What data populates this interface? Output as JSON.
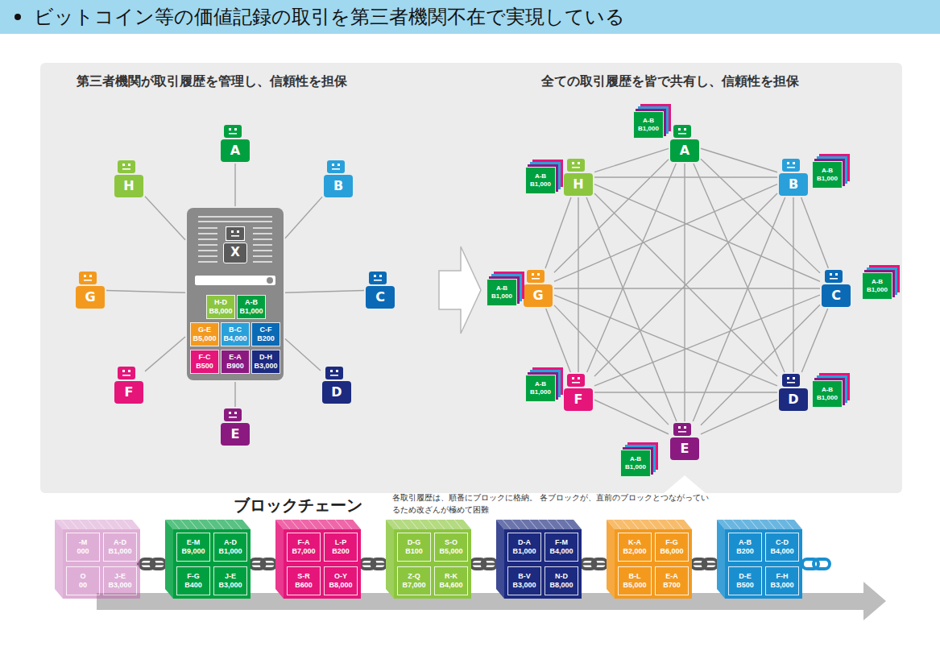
{
  "diagram": {
    "title": "ビットコイン等の価値記録の取引を第三者機関不在で実現している",
    "caption": "各取引履歴は、順番にブロックに格納。 各ブロックが、直前のブロックとつながっているため改ざんが極めて困難",
    "nodes": [
      {
        "text": [
          "A"
        ]
      },
      {
        "text": [
          "B"
        ]
      },
      {
        "text": [
          "C"
        ]
      },
      {
        "text": [
          "D"
        ]
      },
      {
        "text": [
          "E"
        ]
      },
      {
        "text": [
          "F"
        ]
      },
      {
        "text": [
          "G"
        ]
      },
      {
        "text": [
          "H"
        ]
      },
      {
        "text": [
          "X"
        ]
      },
      {
        "text": [
          "H-D",
          "B8,000"
        ],
        "in": 8
      },
      {
        "text": [
          "A-B",
          "B1,000"
        ],
        "in": 8
      },
      {
        "text": [
          "G-E",
          "B5,000"
        ],
        "in": 8
      },
      {
        "text": [
          "B-C",
          "B4,000"
        ],
        "in": 8
      },
      {
        "text": [
          "C-F",
          "B200"
        ],
        "in": 8
      },
      {
        "text": [
          "F-C",
          "B500"
        ],
        "in": 8
      },
      {
        "text": [
          "E-A",
          "B900"
        ],
        "in": 8
      },
      {
        "text": [
          "D-H",
          "B3,000"
        ],
        "in": 8
      },
      {
        "text": [
          "A"
        ]
      },
      {
        "text": [
          "B"
        ]
      },
      {
        "text": [
          "C"
        ]
      },
      {
        "text": [
          "D"
        ]
      },
      {
        "text": [
          "E"
        ]
      },
      {
        "text": [
          "F"
        ]
      },
      {
        "text": [
          "G"
        ]
      },
      {
        "text": [
          "H"
        ]
      },
      {
        "text": [
          "A-B",
          "B1,000"
        ]
      },
      {
        "text": [
          "A-B",
          "B1,000"
        ]
      },
      {
        "text": [
          "A-B",
          "B1,000"
        ]
      },
      {
        "text": [
          "A-B",
          "B1,000"
        ]
      },
      {
        "text": [
          "A-B",
          "B1,000"
        ]
      },
      {
        "text": [
          "A-B",
          "B1,000"
        ]
      },
      {
        "text": [
          "A-B",
          "B1,000"
        ]
      },
      {
        "text": [
          "A-B",
          "B1,000"
        ]
      },
      {
        "text": []
      },
      {
        "text": [
          "-M",
          "000"
        ],
        "in": 33
      },
      {
        "text": [
          "A-D",
          "B1,000"
        ],
        "in": 33
      },
      {
        "text": [
          "O",
          "00"
        ],
        "in": 33
      },
      {
        "text": [
          "J-E",
          "B3,000"
        ],
        "in": 33
      },
      {
        "text": []
      },
      {
        "text": [
          "E-M",
          "B9,000"
        ],
        "in": 38
      },
      {
        "text": [
          "A-D",
          "B1,000"
        ],
        "in": 38
      },
      {
        "text": [
          "F-G",
          "B400"
        ],
        "in": 38
      },
      {
        "text": [
          "J-E",
          "B3,000"
        ],
        "in": 38
      },
      {
        "text": []
      },
      {
        "text": [
          "F-A",
          "B7,000"
        ],
        "in": 43
      },
      {
        "text": [
          "L-P",
          "B200"
        ],
        "in": 43
      },
      {
        "text": [
          "S-R",
          "B600"
        ],
        "in": 43
      },
      {
        "text": [
          "O-Y",
          "B8,000"
        ],
        "in": 43
      },
      {
        "text": []
      },
      {
        "text": [
          "D-G",
          "B100"
        ],
        "in": 48
      },
      {
        "text": [
          "S-O",
          "B5,000"
        ],
        "in": 48
      },
      {
        "text": [
          "Z-Q",
          "B7,000"
        ],
        "in": 48
      },
      {
        "text": [
          "R-K",
          "B4,600"
        ],
        "in": 48
      },
      {
        "text": []
      },
      {
        "text": [
          "D-A",
          "B1,000"
        ],
        "in": 53
      },
      {
        "text": [
          "F-M",
          "B4,000"
        ],
        "in": 53
      },
      {
        "text": [
          "B-V",
          "B3,000"
        ],
        "in": 53
      },
      {
        "text": [
          "N-D",
          "B8,000"
        ],
        "in": 53
      },
      {
        "text": []
      },
      {
        "text": [
          "K-A",
          "B2,000"
        ],
        "in": 58
      },
      {
        "text": [
          "F-G",
          "B6,000"
        ],
        "in": 58
      },
      {
        "text": [
          "B-L",
          "B5,000"
        ],
        "in": 58
      },
      {
        "text": [
          "E-A",
          "B700"
        ],
        "in": 58
      },
      {
        "text": []
      },
      {
        "text": [
          "A-B",
          "B200"
        ],
        "in": 63
      },
      {
        "text": [
          "C-D",
          "B4,000"
        ],
        "in": 63
      },
      {
        "text": [
          "D-E",
          "B500"
        ],
        "in": 63
      },
      {
        "text": [
          "F-H",
          "B3,000"
        ],
        "in": 63
      }
    ],
    "edges": [
      {
        "from": 0,
        "to": 8,
        "arrow": "none"
      },
      {
        "from": 1,
        "to": 8,
        "arrow": "none"
      },
      {
        "from": 2,
        "to": 8,
        "arrow": "none"
      },
      {
        "from": 3,
        "to": 8,
        "arrow": "none"
      },
      {
        "from": 4,
        "to": 8,
        "arrow": "none"
      },
      {
        "from": 5,
        "to": 8,
        "arrow": "none"
      },
      {
        "from": 6,
        "to": 8,
        "arrow": "none"
      },
      {
        "from": 7,
        "to": 8,
        "arrow": "none"
      },
      {
        "from": 17,
        "to": 18,
        "arrow": "none"
      },
      {
        "from": 17,
        "to": 19,
        "arrow": "none"
      },
      {
        "from": 17,
        "to": 20,
        "arrow": "none"
      },
      {
        "from": 17,
        "to": 21,
        "arrow": "none"
      },
      {
        "from": 17,
        "to": 22,
        "arrow": "none"
      },
      {
        "from": 17,
        "to": 23,
        "arrow": "none"
      },
      {
        "from": 17,
        "to": 24,
        "arrow": "none"
      },
      {
        "from": 18,
        "to": 19,
        "arrow": "none"
      },
      {
        "from": 18,
        "to": 20,
        "arrow": "none"
      },
      {
        "from": 18,
        "to": 21,
        "arrow": "none"
      },
      {
        "from": 18,
        "to": 22,
        "arrow": "none"
      },
      {
        "from": 18,
        "to": 23,
        "arrow": "none"
      },
      {
        "from": 18,
        "to": 24,
        "arrow": "none"
      },
      {
        "from": 19,
        "to": 20,
        "arrow": "none"
      },
      {
        "from": 19,
        "to": 21,
        "arrow": "none"
      },
      {
        "from": 19,
        "to": 22,
        "arrow": "none"
      },
      {
        "from": 19,
        "to": 23,
        "arrow": "none"
      },
      {
        "from": 19,
        "to": 24,
        "arrow": "none"
      },
      {
        "from": 20,
        "to": 21,
        "arrow": "none"
      },
      {
        "from": 20,
        "to": 22,
        "arrow": "none"
      },
      {
        "from": 20,
        "to": 23,
        "arrow": "none"
      },
      {
        "from": 20,
        "to": 24,
        "arrow": "none"
      },
      {
        "from": 21,
        "to": 22,
        "arrow": "none"
      },
      {
        "from": 21,
        "to": 23,
        "arrow": "none"
      },
      {
        "from": 21,
        "to": 24,
        "arrow": "none"
      },
      {
        "from": 22,
        "to": 23,
        "arrow": "none"
      },
      {
        "from": 22,
        "to": 24,
        "arrow": "none"
      },
      {
        "from": 23,
        "to": 24,
        "arrow": "none"
      },
      {
        "from": 33,
        "to": 38,
        "arrow": "none"
      },
      {
        "from": 38,
        "to": 43,
        "arrow": "none"
      },
      {
        "from": 43,
        "to": 48,
        "arrow": "none"
      },
      {
        "from": 48,
        "to": 53,
        "arrow": "none"
      },
      {
        "from": 53,
        "to": 58,
        "arrow": "none"
      },
      {
        "from": 58,
        "to": 63,
        "arrow": "none"
      }
    ],
    "labels": [
      "第三者機関が取引履歴を管理し、信頼性を担保",
      "全ての取引履歴を皆で共有し、信頼性を担保",
      "ブロックチェーン"
    ]
  }
}
